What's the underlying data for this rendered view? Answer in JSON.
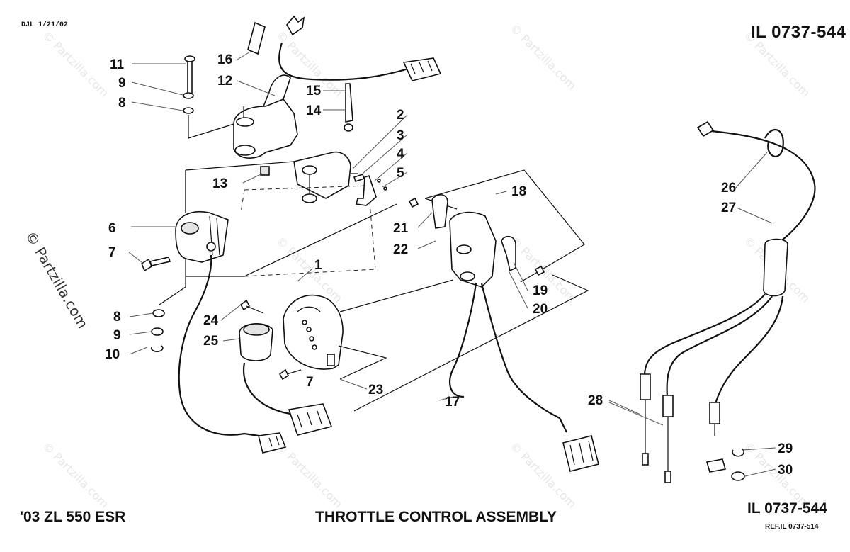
{
  "header": {
    "date_code": "DJL 1/21/02",
    "illustration_id_top": "IL 0737-544"
  },
  "footer": {
    "model": "'03 ZL 550 ESR",
    "title": "THROTTLE CONTROL ASSEMBLY",
    "illustration_id_bottom": "IL 0737-544",
    "reference": "REF.IL 0737-514"
  },
  "watermark": {
    "text": "© Partzilla.com"
  },
  "callouts": {
    "c1": "1",
    "c2": "2",
    "c3": "3",
    "c4": "4",
    "c5": "5",
    "c6": "6",
    "c7a": "7",
    "c7b": "7",
    "c8a": "8",
    "c8b": "8",
    "c9a": "9",
    "c9b": "9",
    "c10": "10",
    "c11": "11",
    "c12": "12",
    "c13": "13",
    "c14": "14",
    "c15": "15",
    "c16": "16",
    "c17": "17",
    "c18": "18",
    "c19": "19",
    "c20": "20",
    "c21": "21",
    "c22": "22",
    "c23": "23",
    "c24": "24",
    "c25": "25",
    "c26": "26",
    "c27": "27",
    "c28": "28",
    "c29": "29",
    "c30": "30"
  }
}
